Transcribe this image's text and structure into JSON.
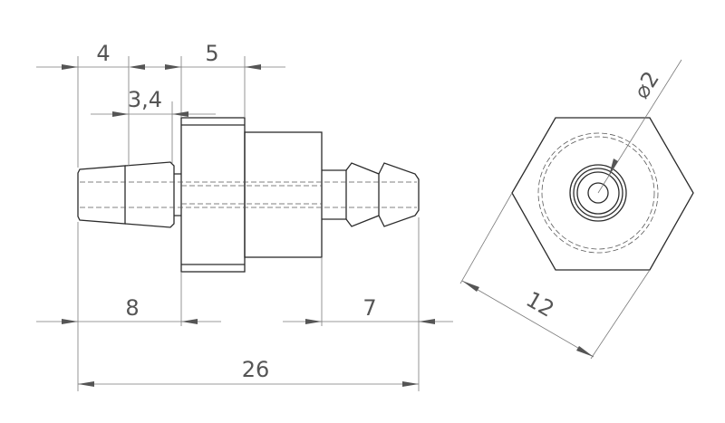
{
  "dimensions": {
    "d4": "4",
    "d5": "5",
    "d34": "3,4",
    "d8": "8",
    "d7": "7",
    "d26": "26",
    "d12": "12",
    "dia2": "⌀2"
  },
  "colors": {
    "background": "#ffffff",
    "outline": "#2b2b2b",
    "dimension": "#555555"
  }
}
